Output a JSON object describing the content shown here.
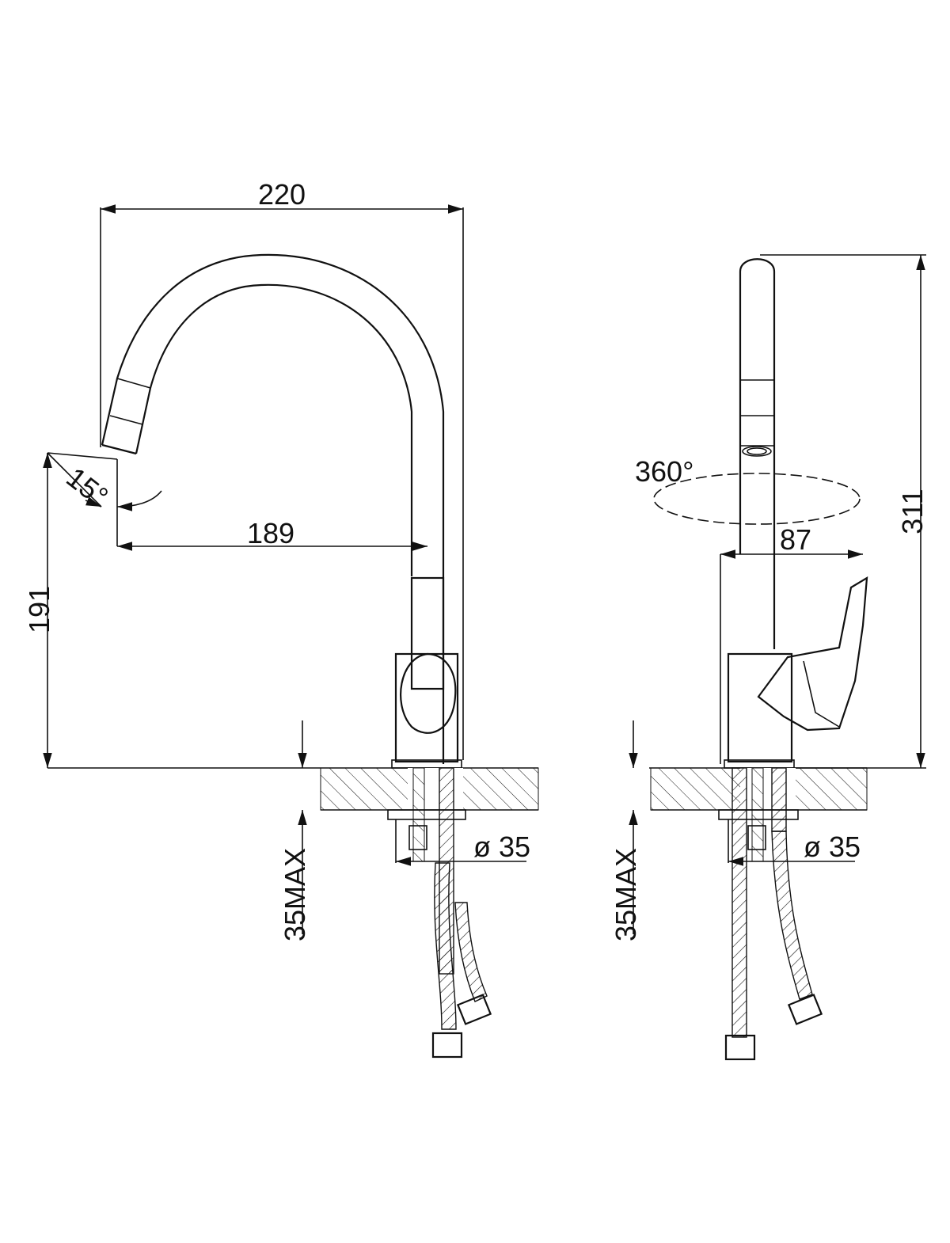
{
  "colors": {
    "line": "#111111",
    "background": "#ffffff"
  },
  "front_view": {
    "width_label": "220",
    "reach_label": "189",
    "spout_height_label": "191",
    "angle_label": "15°",
    "hole_diameter_label": "ø 35",
    "max_thickness_label": "35MAX"
  },
  "side_view": {
    "rotation_label": "360°",
    "base_depth_label": "87",
    "total_height_label": "311",
    "hole_diameter_label": "ø 35",
    "max_thickness_label": "35MAX"
  }
}
